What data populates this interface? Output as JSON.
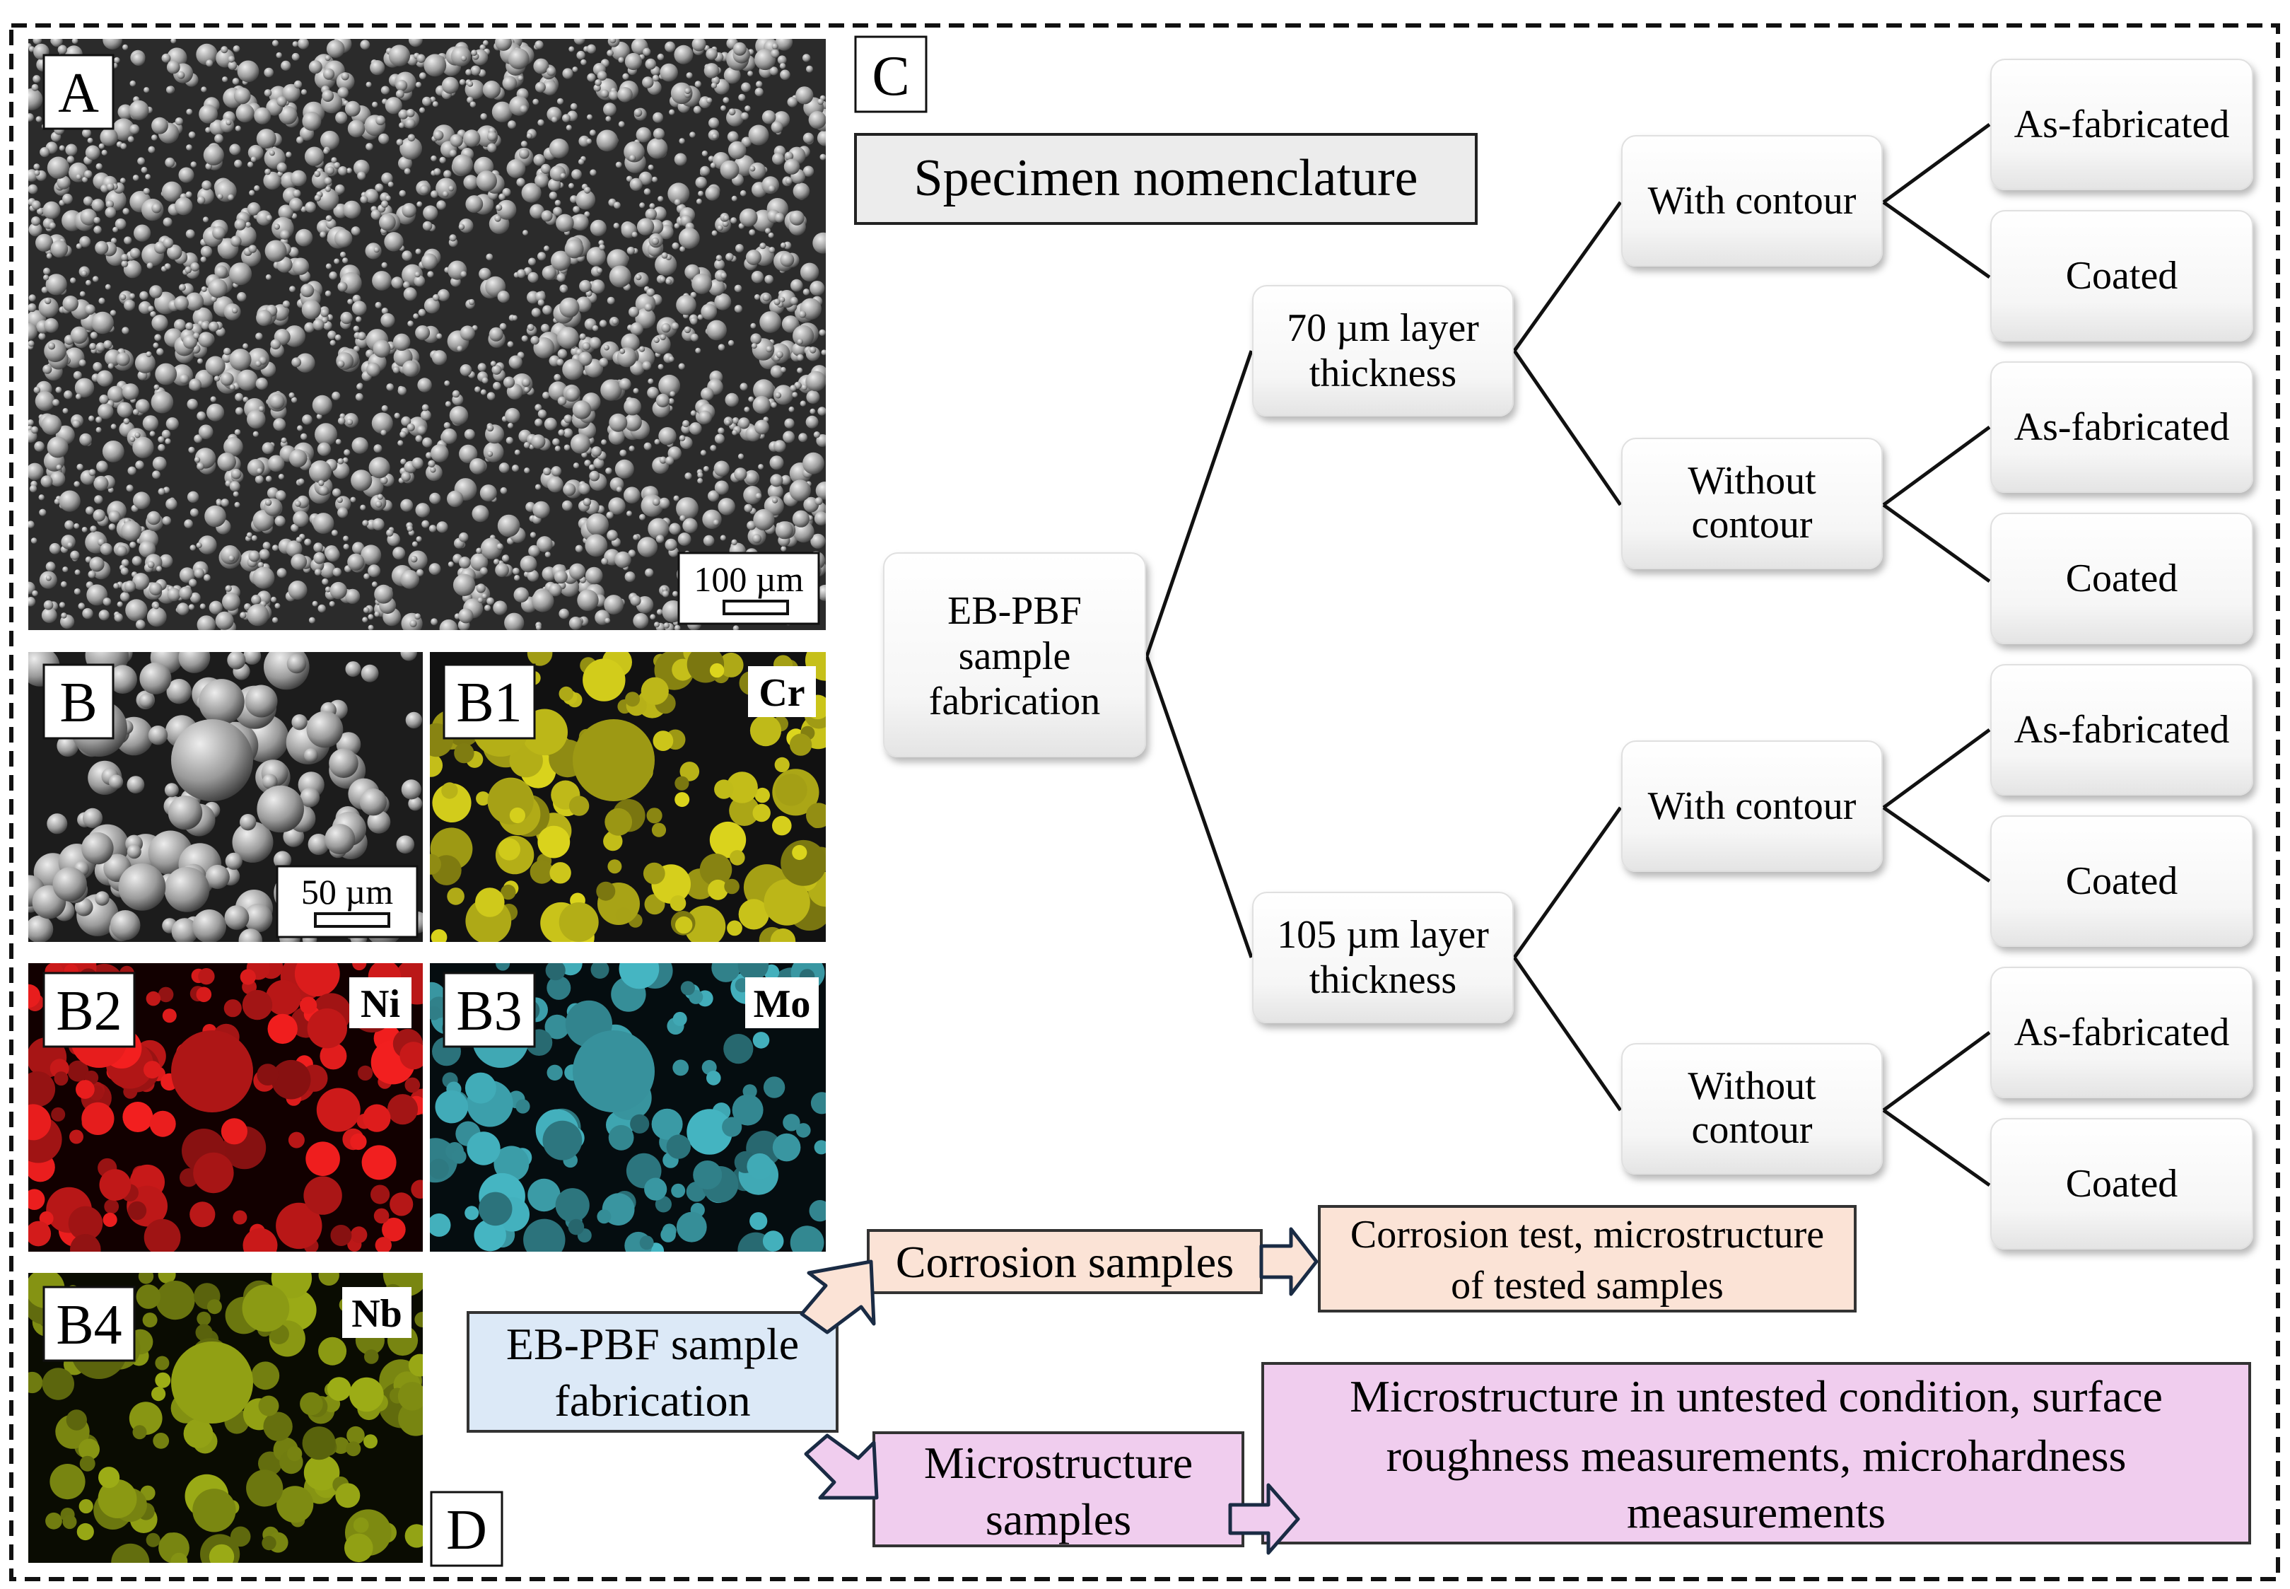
{
  "panels": {
    "A": {
      "label": "A",
      "scale_bar": "100 µm"
    },
    "B": {
      "label": "B",
      "scale_bar": "50 µm"
    },
    "B1": {
      "label": "B1",
      "element": "Cr",
      "color": "#c8c21a"
    },
    "B2": {
      "label": "B2",
      "element": "Ni",
      "color": "#dd1c1c"
    },
    "B3": {
      "label": "B3",
      "element": "Mo",
      "color": "#3fa6b2"
    },
    "B4": {
      "label": "B4",
      "element": "Nb",
      "color": "#8f9e14"
    },
    "C": {
      "label": "C"
    },
    "D": {
      "label": "D"
    }
  },
  "nomenclature": {
    "title": "Specimen nomenclature",
    "root": [
      "EB-PBF",
      "sample",
      "fabrication"
    ],
    "layers": [
      {
        "label": [
          "70 µm layer",
          "thickness"
        ],
        "contours": [
          {
            "label": [
              "With contour"
            ],
            "leaves": [
              "As-fabricated",
              "Coated"
            ]
          },
          {
            "label": [
              "Without",
              "contour"
            ],
            "leaves": [
              "As-fabricated",
              "Coated"
            ]
          }
        ]
      },
      {
        "label": [
          "105 µm layer",
          "thickness"
        ],
        "contours": [
          {
            "label": [
              "With contour"
            ],
            "leaves": [
              "As-fabricated",
              "Coated"
            ]
          },
          {
            "label": [
              "Without",
              "contour"
            ],
            "leaves": [
              "As-fabricated",
              "Coated"
            ]
          }
        ]
      }
    ]
  },
  "flow": {
    "source": [
      "EB-PBF sample",
      "fabrication"
    ],
    "corrosion_samples": [
      "Corrosion samples"
    ],
    "corrosion_result": [
      "Corrosion test, microstructure",
      "of tested samples"
    ],
    "micro_samples": [
      "Microstructure",
      "samples"
    ],
    "micro_result": [
      "Microstructure in untested condition, surface",
      "roughness measurements, microhardness",
      "measurements"
    ],
    "colors": {
      "source": "#dce9f7",
      "corrosion": "#fbe3d6",
      "micro": "#f0cdee"
    }
  }
}
